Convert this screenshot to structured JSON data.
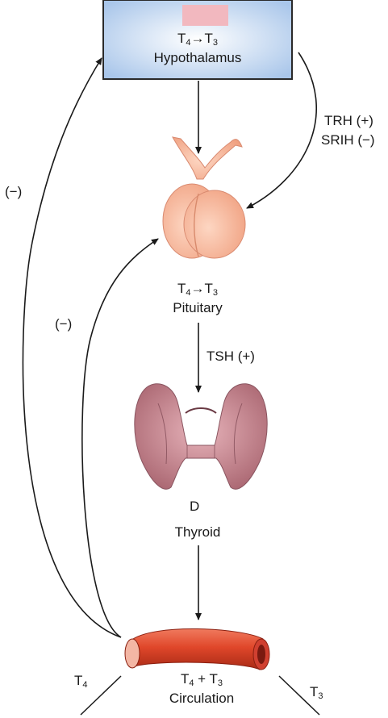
{
  "hypothalamus": {
    "line1_a": "T",
    "line1_a_sub": "4",
    "line1_arrow": "→",
    "line1_b": "T",
    "line1_b_sub": "3",
    "name": "Hypothalamus",
    "box_fill": "#c9dcf2",
    "tab_color": "#f2b8bf"
  },
  "trh_label": "TRH (+)",
  "srih_label": "SRIH (−)",
  "left_minus_outer": "(−)",
  "left_minus_inner": "(−)",
  "pituitary": {
    "line1_a": "T",
    "line1_a_sub": "4",
    "line1_arrow": "→",
    "line1_b": "T",
    "line1_b_sub": "3",
    "name": "Pituitary",
    "color": "#f6b49a"
  },
  "tsh_label": "TSH (+)",
  "thyroid": {
    "partial": "D",
    "name": "Thyroid",
    "color": "#c98a92"
  },
  "circulation": {
    "t4": "T",
    "t4_sub": "4",
    "plus": " + ",
    "t3": "T",
    "t3_sub": "3",
    "name": "Circulation",
    "vessel_color": "#e0472a"
  },
  "left_t": {
    "t": "T",
    "sub": "4"
  },
  "right_t": {
    "t": "T",
    "sub": "3"
  }
}
